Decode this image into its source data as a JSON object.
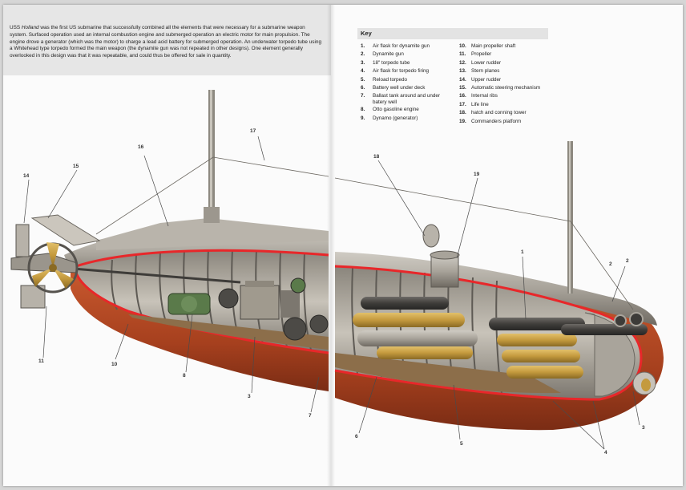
{
  "intro": {
    "text_before_italic": "USS ",
    "italic_name": "Holland",
    "text_after_italic": " was the first US submarine that successfully combined all the elements that were necessary for a submarine weapon system. Surfaced operation used an internal combustion engine and submerged operation an electric motor for main propulsion. The engine drove a generator (which was the motor) to charge a lead acid battery for submerged operation. An underwater torpedo tube using a Whitehead type torpedo formed the main weapon (the dynamite gun was not repeated in other designs). One element generally overlooked in this design was that it was repeatable, and could thus be offered for sale in quantity."
  },
  "key": {
    "title": "Key",
    "left_column": [
      {
        "num": "1.",
        "label": "Air flask for dynamite gun"
      },
      {
        "num": "2.",
        "label": "Dynamite gun"
      },
      {
        "num": "3.",
        "label": "18\" torpedo tube"
      },
      {
        "num": "4.",
        "label": "Air flask for torpedo firing"
      },
      {
        "num": "5.",
        "label": "Reload torpedo"
      },
      {
        "num": "6.",
        "label": "Battery well under deck"
      },
      {
        "num": "7.",
        "label": "Ballast tank around and under batery well"
      },
      {
        "num": "8.",
        "label": "Otto gasoline engine"
      },
      {
        "num": "9.",
        "label": "Dynamo (generator)"
      }
    ],
    "right_column": [
      {
        "num": "10.",
        "label": "Main propeller shaft"
      },
      {
        "num": "11.",
        "label": "Propeller"
      },
      {
        "num": "12.",
        "label": "Lower rudder"
      },
      {
        "num": "13.",
        "label": "Stern planes"
      },
      {
        "num": "14.",
        "label": "Upper rudder"
      },
      {
        "num": "15.",
        "label": "Automatic steering mechanism"
      },
      {
        "num": "16.",
        "label": "Internal ribs"
      },
      {
        "num": "17.",
        "label": "Life line"
      },
      {
        "num": "18.",
        "label": "hatch and conning tower"
      },
      {
        "num": "19.",
        "label": "Commanders platform"
      }
    ]
  },
  "callouts": {
    "c1": "1",
    "c2a": "2",
    "c2b": "2",
    "c3a": "3",
    "c3b": "3",
    "c4": "4",
    "c5": "5",
    "c6": "6",
    "c7": "7",
    "c8": "8",
    "c10": "10",
    "c11": "11",
    "c14": "14",
    "c15": "15",
    "c16": "16",
    "c17": "17",
    "c18": "18",
    "c19": "19"
  },
  "colors": {
    "hull_red": "#b2431f",
    "cut_line": "#e8272a",
    "steel": "#9e9a92",
    "brass": "#c49a3e",
    "engine_green": "#5a7a4a"
  }
}
